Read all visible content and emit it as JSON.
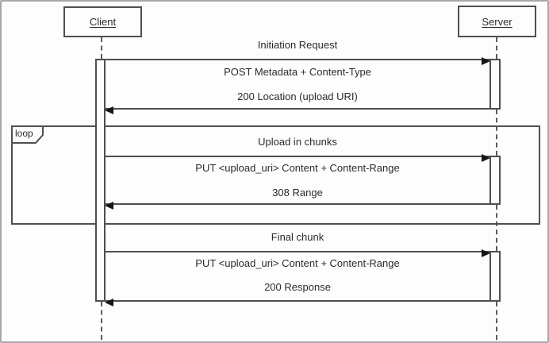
{
  "diagram_type": "uml-sequence",
  "colors": {
    "line": "#4f4f4f",
    "arrowhead": "#161616",
    "background": "#fdfdfd",
    "text": "#2b2b2b",
    "outer_border": "#a8a8a8"
  },
  "actors": {
    "client": "Client",
    "server": "Server"
  },
  "loop_label": "loop",
  "exchanges": [
    {
      "title": "Initiation Request",
      "request": "POST Metadata + Content-Type",
      "response": "200 Location (upload URI)"
    },
    {
      "title": "Upload in chunks",
      "request": "PUT <upload_uri> Content + Content-Range",
      "response": "308 Range"
    },
    {
      "title": "Final chunk",
      "request": "PUT <upload_uri> Content + Content-Range",
      "response": "200 Response"
    }
  ]
}
